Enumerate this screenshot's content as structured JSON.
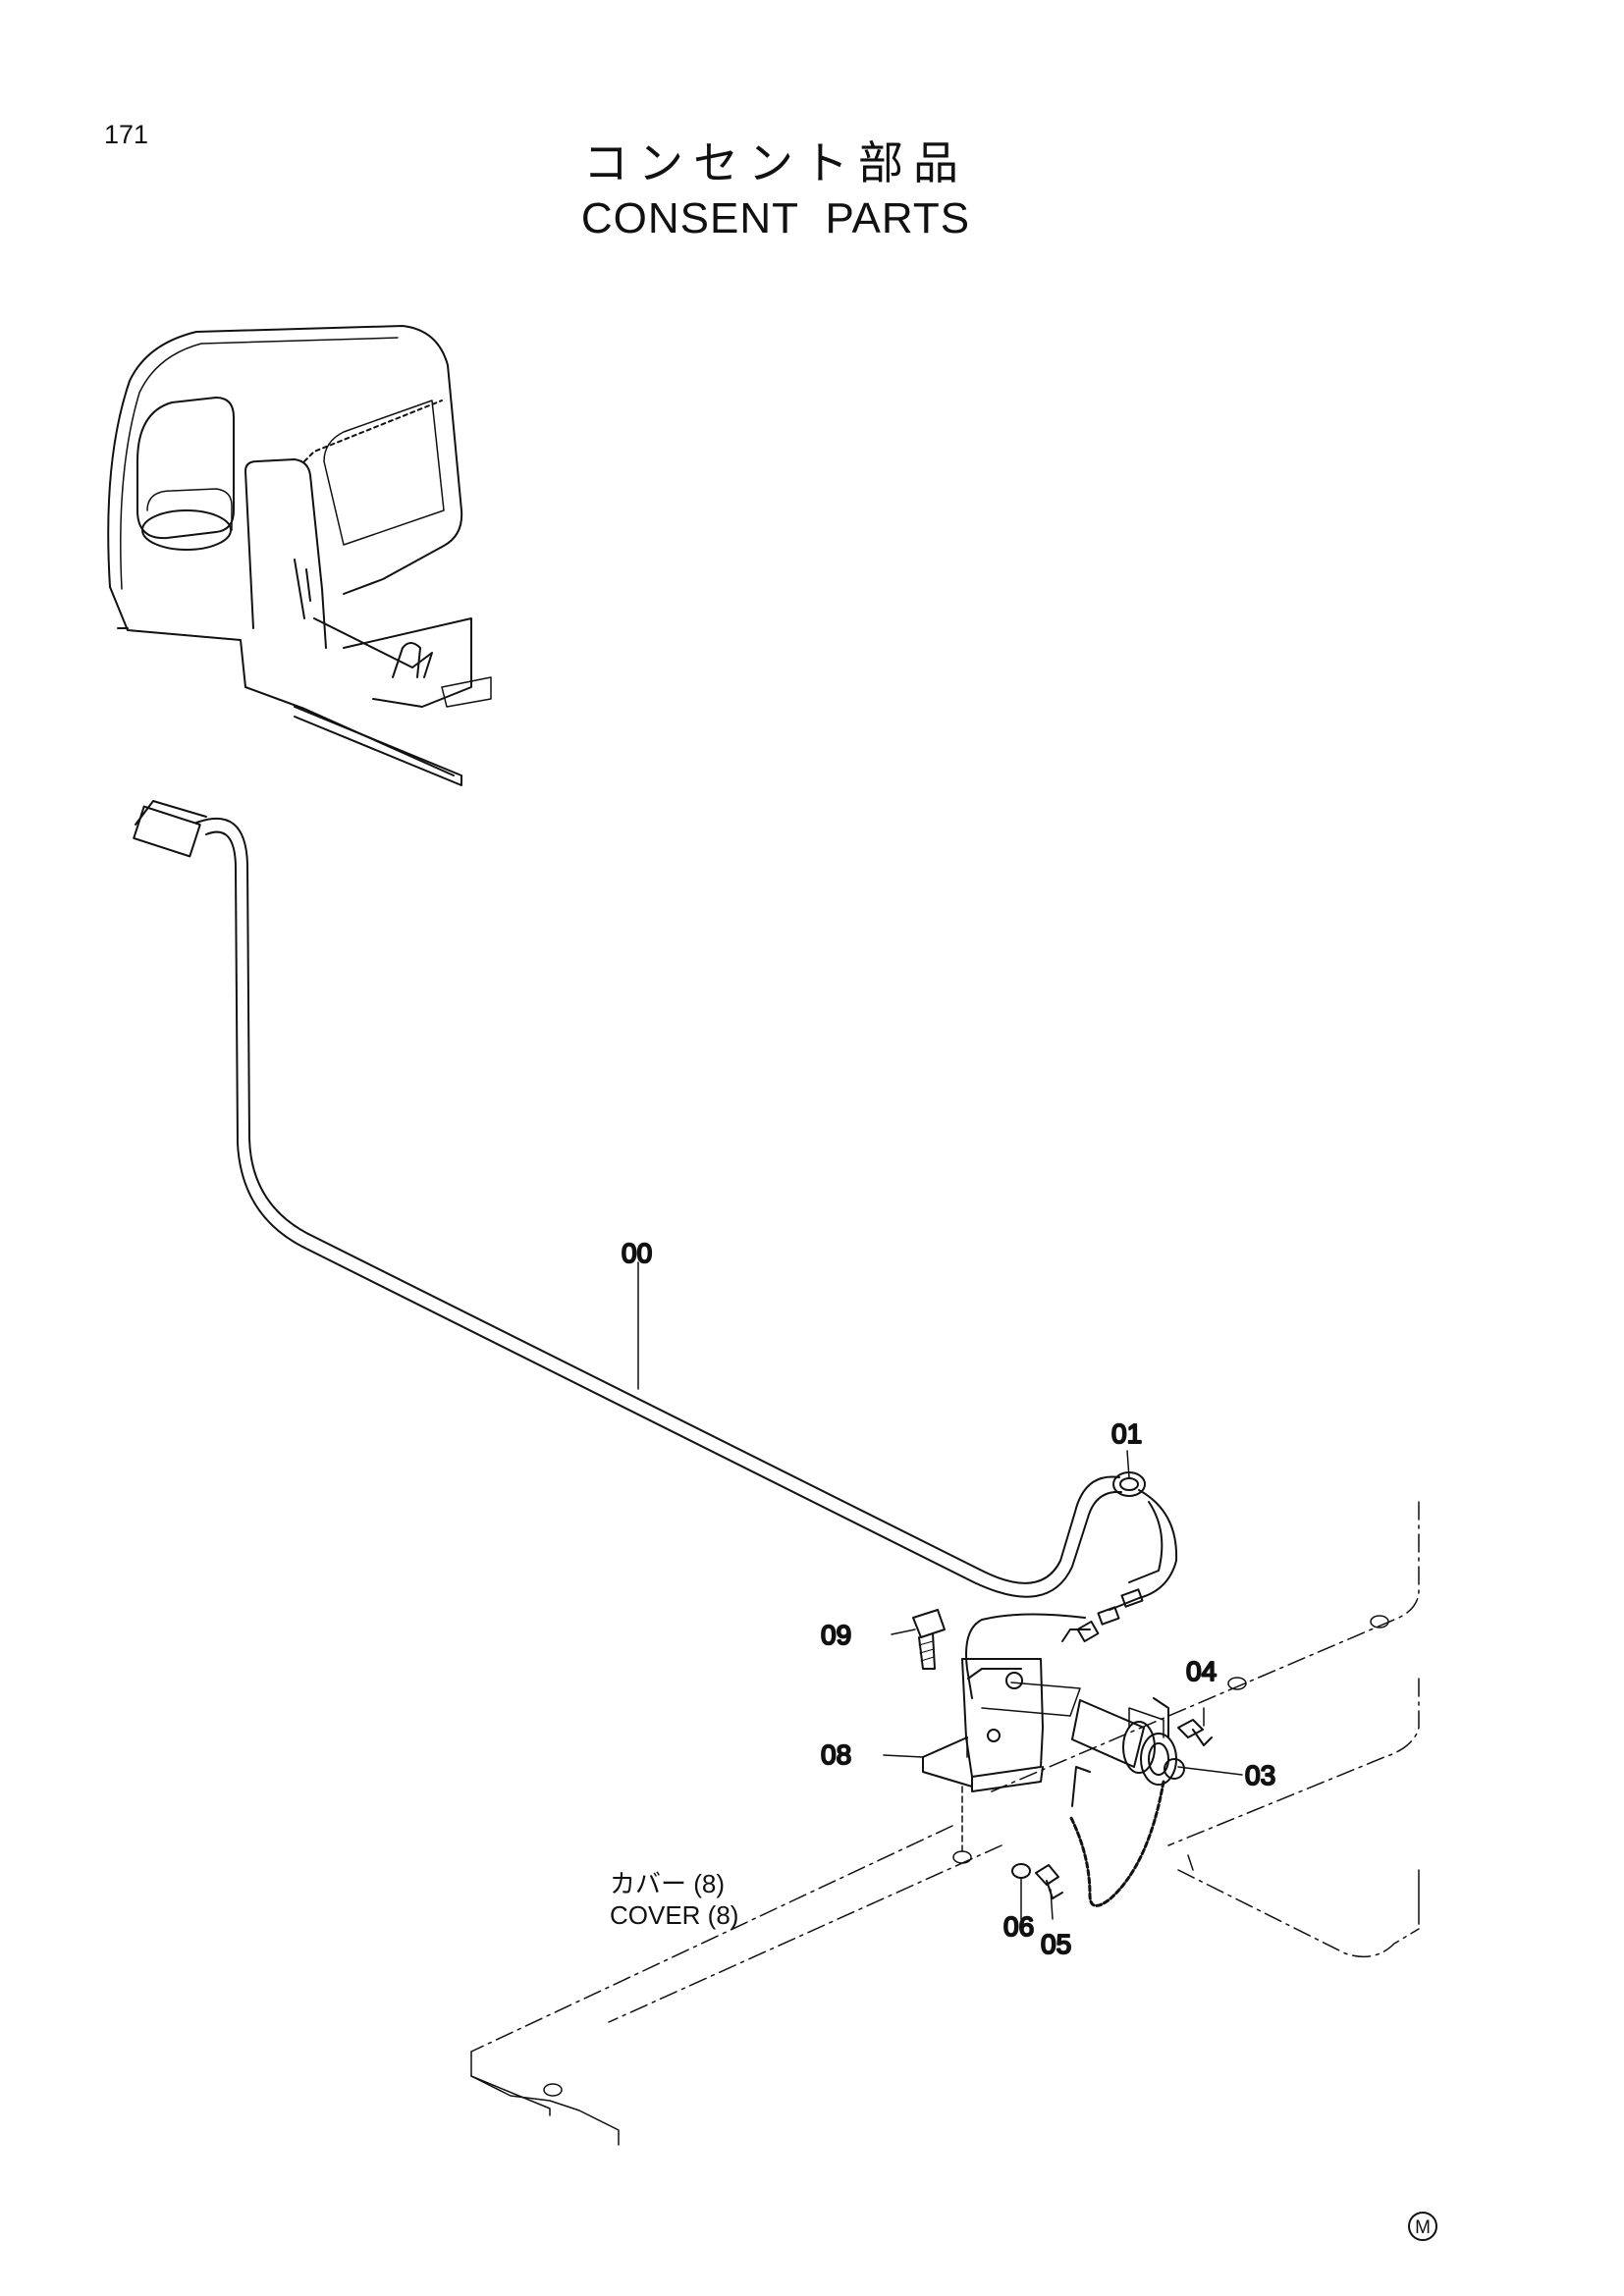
{
  "page": {
    "number": "171",
    "title_jp": "コンセント部品",
    "title_en": "CONSENT PARTS",
    "mark": "M"
  },
  "note": {
    "line_jp": "カバー (8)",
    "line_en": "COVER (8)"
  },
  "callouts": {
    "c00": "00",
    "c01": "01",
    "c03": "03",
    "c04": "04",
    "c05": "05",
    "c06": "06",
    "c08": "08",
    "c09": "09"
  }
}
